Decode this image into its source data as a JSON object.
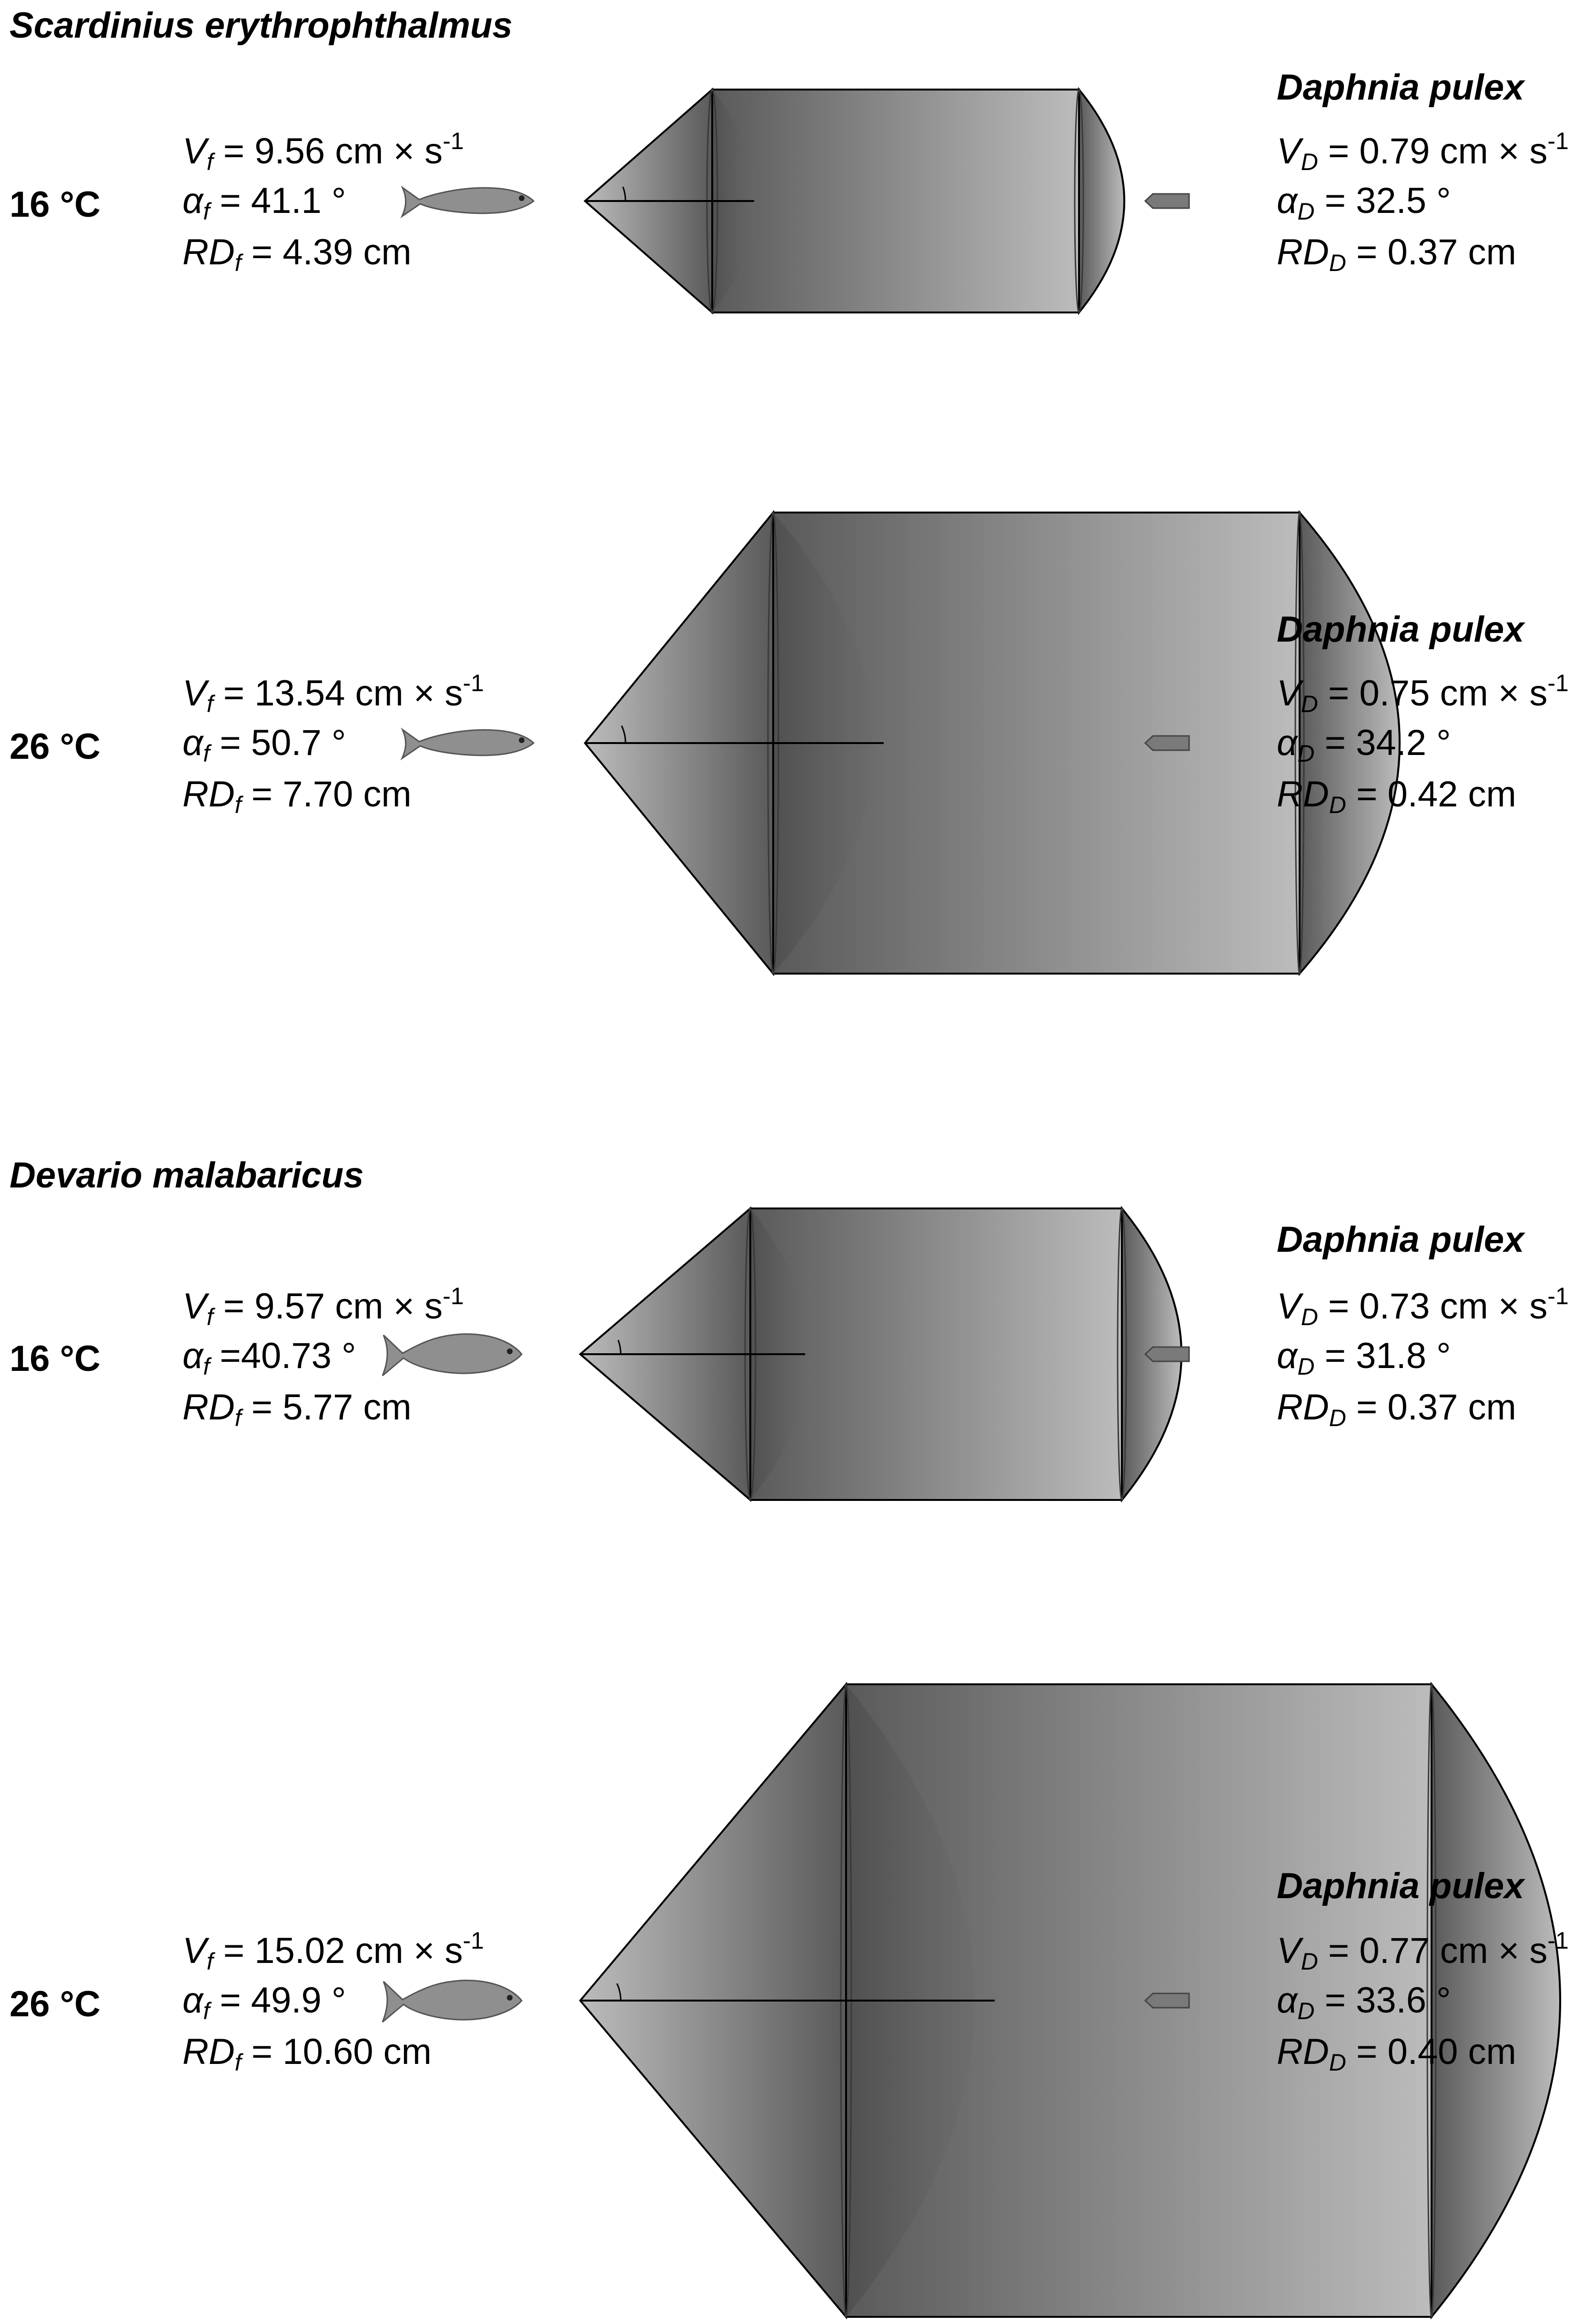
{
  "colors": {
    "background": "#ffffff",
    "volume_dark": "#5a5a5a",
    "volume_light": "#bcbcbc",
    "outline": "#000000",
    "fish": "#8f8f8f",
    "daphnia": "#7a7a7a"
  },
  "icons": {
    "fish": "fish-icon",
    "daphnia": "daphnia-icon"
  },
  "species_groups": [
    {
      "species": "Scardinius erythrophthalmus",
      "panels": [
        {
          "temperature": "16 °C",
          "fish_params": [
            {
              "sym": "V",
              "sub": "f",
              "text": " = 9.56 cm × s",
              "sup": "-1"
            },
            {
              "sym": "α",
              "sub": "f",
              "text": " = 41.1 °",
              "sup": ""
            },
            {
              "sym": "RD",
              "sub": "f",
              "text": " = 4.39 cm",
              "sup": ""
            }
          ],
          "prey": "Daphnia pulex",
          "prey_params": [
            {
              "sym": "V",
              "sub": "D",
              "text": " = 0.79 cm × s",
              "sup": "-1"
            },
            {
              "sym": "α",
              "sub": "D",
              "text": " = 32.5 °",
              "sup": ""
            },
            {
              "sym": "RD",
              "sub": "D",
              "text": " = 0.37 cm",
              "sup": ""
            }
          ],
          "fish_speed_cm_s": 9.56,
          "fish_angle_deg": 41.1,
          "fish_reactive_distance_cm": 4.39,
          "prey_speed_cm_s": 0.79,
          "prey_angle_deg": 32.5,
          "prey_reactive_distance_cm": 0.37
        },
        {
          "temperature": "26 °C",
          "fish_params": [
            {
              "sym": "V",
              "sub": "f",
              "text": " = 13.54 cm × s",
              "sup": "-1"
            },
            {
              "sym": "α",
              "sub": "f",
              "text": " = 50.7 °",
              "sup": ""
            },
            {
              "sym": "RD",
              "sub": "f",
              "text": " = 7.70 cm",
              "sup": ""
            }
          ],
          "prey": "Daphnia pulex",
          "prey_params": [
            {
              "sym": "V",
              "sub": "D",
              "text": " = 0.75 cm × s",
              "sup": "-1"
            },
            {
              "sym": "α",
              "sub": "D",
              "text": " = 34.2 °",
              "sup": ""
            },
            {
              "sym": "RD",
              "sub": "D",
              "text": " = 0.42 cm",
              "sup": ""
            }
          ],
          "fish_speed_cm_s": 13.54,
          "fish_angle_deg": 50.7,
          "fish_reactive_distance_cm": 7.7,
          "prey_speed_cm_s": 0.75,
          "prey_angle_deg": 34.2,
          "prey_reactive_distance_cm": 0.42
        }
      ]
    },
    {
      "species": "Devario malabaricus",
      "panels": [
        {
          "temperature": "16 °C",
          "fish_params": [
            {
              "sym": "V",
              "sub": "f",
              "text": " = 9.57 cm × s",
              "sup": "-1"
            },
            {
              "sym": "α",
              "sub": "f",
              "text": " =40.73 °",
              "sup": ""
            },
            {
              "sym": "RD",
              "sub": "f",
              "text": " = 5.77 cm",
              "sup": ""
            }
          ],
          "prey": "Daphnia pulex",
          "prey_params": [
            {
              "sym": "V",
              "sub": "D",
              "text": " = 0.73 cm × s",
              "sup": "-1"
            },
            {
              "sym": "α",
              "sub": "D",
              "text": " = 31.8 °",
              "sup": ""
            },
            {
              "sym": "RD",
              "sub": "D",
              "text": " = 0.37 cm",
              "sup": ""
            }
          ],
          "fish_speed_cm_s": 9.57,
          "fish_angle_deg": 40.73,
          "fish_reactive_distance_cm": 5.77,
          "prey_speed_cm_s": 0.73,
          "prey_angle_deg": 31.8,
          "prey_reactive_distance_cm": 0.37
        },
        {
          "temperature": "26 °C",
          "fish_params": [
            {
              "sym": "V",
              "sub": "f",
              "text": " = 15.02 cm × s",
              "sup": "-1"
            },
            {
              "sym": "α",
              "sub": "f",
              "text": " = 49.9 °",
              "sup": ""
            },
            {
              "sym": "RD",
              "sub": "f",
              "text": " = 10.60 cm",
              "sup": ""
            }
          ],
          "prey": "Daphnia pulex",
          "prey_params": [
            {
              "sym": "V",
              "sub": "D",
              "text": " = 0.77 cm × s",
              "sup": "-1"
            },
            {
              "sym": "α",
              "sub": "D",
              "text": " = 33.6 °",
              "sup": ""
            },
            {
              "sym": "RD",
              "sub": "D",
              "text": " = 0.40 cm",
              "sup": ""
            }
          ],
          "fish_speed_cm_s": 15.02,
          "fish_angle_deg": 49.9,
          "fish_reactive_distance_cm": 10.6,
          "prey_speed_cm_s": 0.77,
          "prey_angle_deg": 33.6,
          "prey_reactive_distance_cm": 0.4
        }
      ]
    }
  ]
}
